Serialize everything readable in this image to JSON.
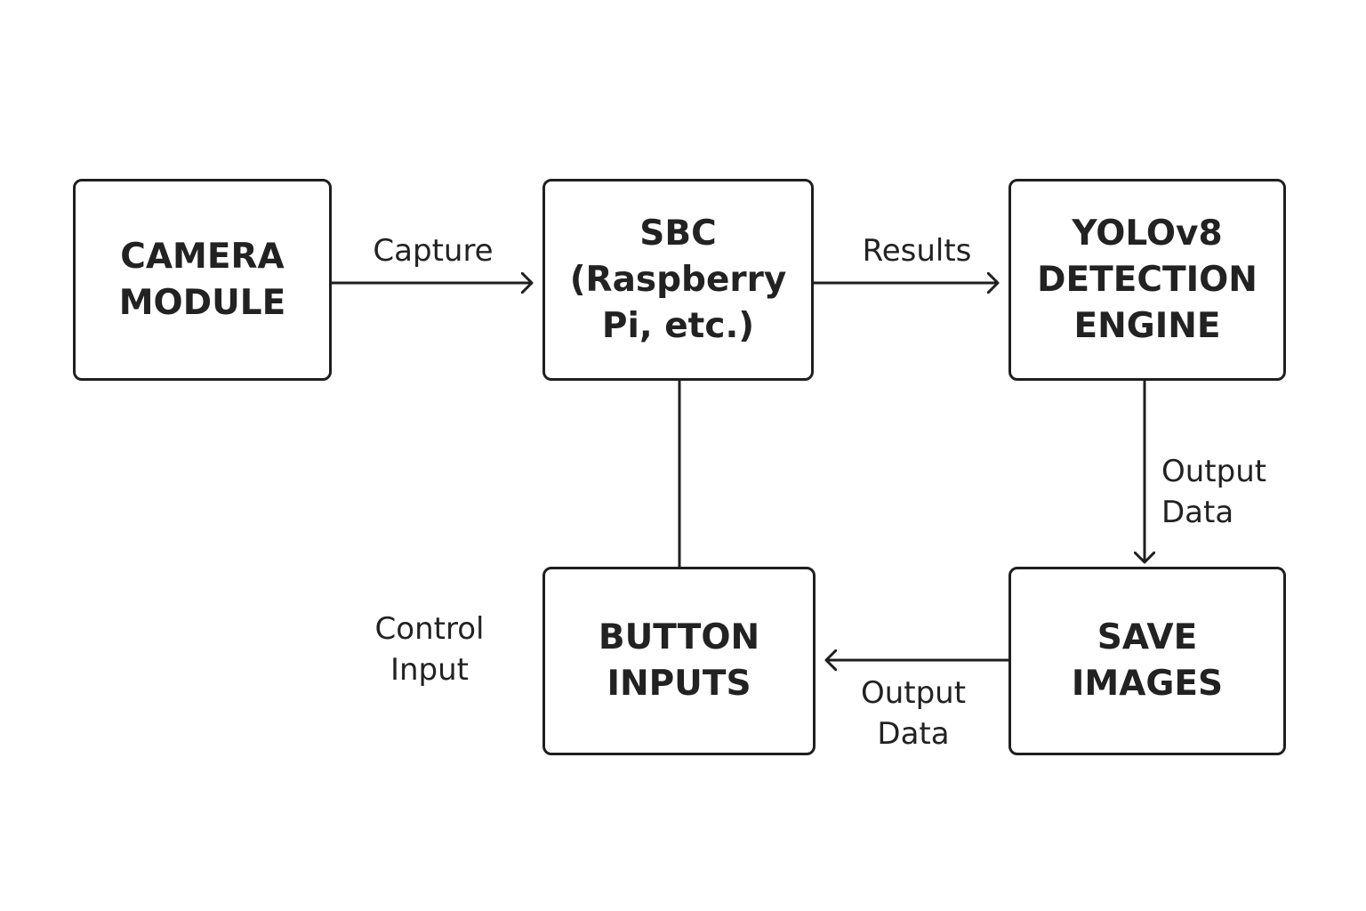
{
  "diagram": {
    "blocks": {
      "camera": {
        "lines": [
          "CAMERA",
          "MODULE"
        ]
      },
      "sbc": {
        "lines": [
          "SBC",
          "(Raspberry",
          "Pi, etc.)"
        ]
      },
      "yolo": {
        "lines": [
          "YOLOv8",
          "DETECTION",
          "ENGINE"
        ]
      },
      "button": {
        "lines": [
          "BUTTON",
          "INPUTS"
        ]
      },
      "save": {
        "lines": [
          "SAVE",
          "IMAGES"
        ]
      }
    },
    "edge_labels": {
      "capture": [
        "Capture"
      ],
      "results": [
        "Results"
      ],
      "output_down": [
        "Output",
        "Data"
      ],
      "output_left": [
        "Output",
        "Data"
      ],
      "control": [
        "Control",
        "Input"
      ]
    },
    "colors": {
      "stroke": "#1f1f1f",
      "text": "#222222",
      "background": "#ffffff"
    }
  }
}
